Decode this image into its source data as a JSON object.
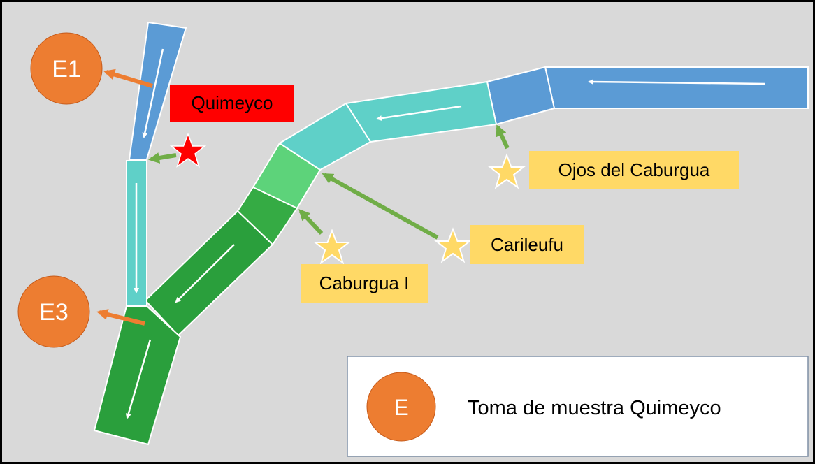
{
  "colors": {
    "background": "#d9d9d9",
    "blue": "#5b9bd5",
    "teal": "#5fd0c8",
    "light_green": "#5dd37a",
    "mid_green": "#35ab44",
    "dark_green": "#2a9f3c",
    "arrow_green": "#70ad47",
    "orange": "#ed7d31",
    "red": "#ff0000",
    "star_yellow": "#ffd966",
    "label_yellow": "#ffd966"
  },
  "stations": [
    {
      "id": "e1",
      "label": "E1",
      "icon": "orange-circle"
    },
    {
      "id": "e3",
      "label": "E3",
      "icon": "orange-circle"
    }
  ],
  "discharges": {
    "quimeyco": {
      "label": "Quimeyco",
      "icon": "red-star"
    },
    "ojos": {
      "label": "Ojos del Caburgua",
      "icon": "yellow-star"
    },
    "carileufu": {
      "label": "Carileufu",
      "icon": "yellow-star"
    },
    "caburgua": {
      "label": "Caburgua I",
      "icon": "yellow-star"
    }
  },
  "legend": {
    "symbol_label": "E",
    "text": "Toma de muestra Quimeyco"
  }
}
